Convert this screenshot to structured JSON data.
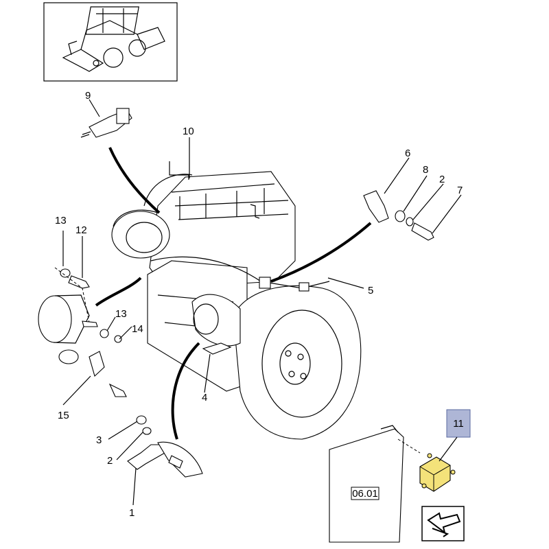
{
  "callouts": {
    "c1": "1",
    "c2a": "2",
    "c2b": "2",
    "c3": "3",
    "c4": "4",
    "c5": "5",
    "c6": "6",
    "c7": "7",
    "c8": "8",
    "c9": "9",
    "c10": "10",
    "c11": "11",
    "c12": "12",
    "c13a": "13",
    "c13b": "13",
    "c14": "14",
    "c15": "15"
  },
  "page_ref": "06.01",
  "icons": {
    "overview": "loader-overview-icon",
    "nav": "next-page-arrow-icon"
  },
  "colors": {
    "highlight_part": "#f4e27a",
    "highlight_callout": "#aeb6d6"
  }
}
